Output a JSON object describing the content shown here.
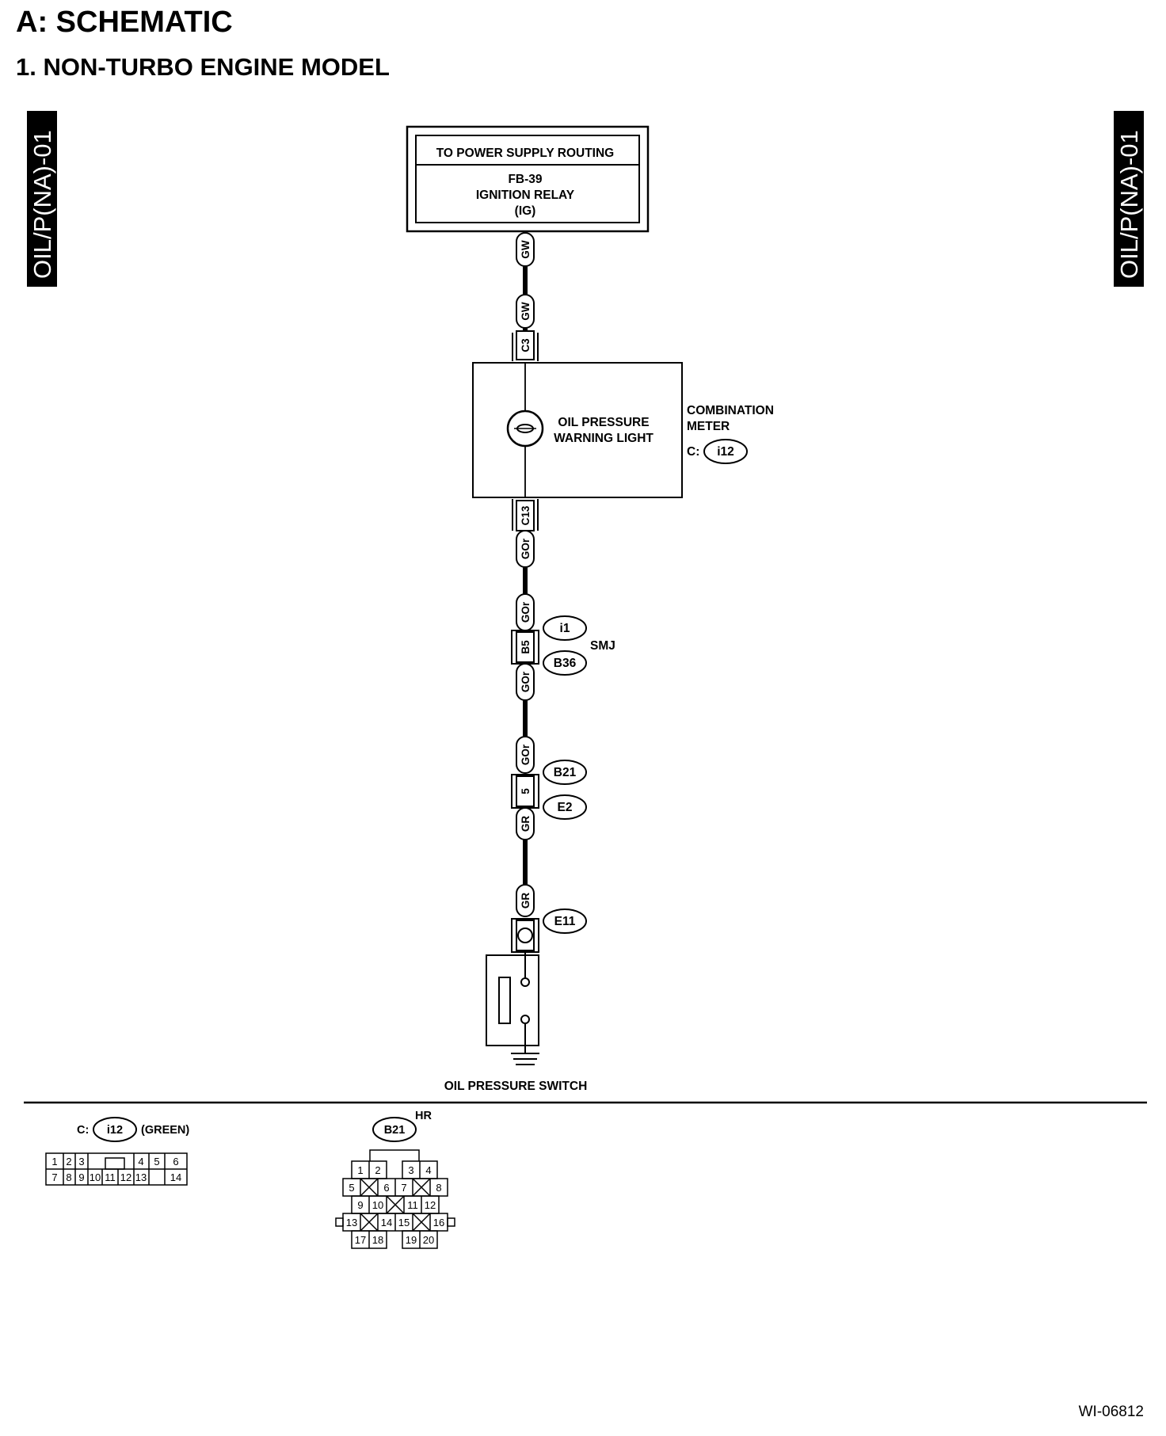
{
  "header": {
    "section": "A:  SCHEMATIC",
    "subsection": "1.  NON-TURBO ENGINE MODEL"
  },
  "side_tabs": {
    "left": "OIL/P(NA)-01",
    "right": "OIL/P(NA)-01"
  },
  "power_box": {
    "top": "TO POWER SUPPLY ROUTING",
    "line1": "FB-39",
    "line2": "IGNITION RELAY",
    "line3": "(IG)"
  },
  "wires": {
    "gw_upper": "GW",
    "gw_lower": "GW",
    "c3": "C3",
    "c13": "C13",
    "gor_1": "GOr",
    "gor_2": "GOr",
    "b5": "B5",
    "gor_3": "GOr",
    "gor_4": "GOr",
    "pin5": "5",
    "gr_1": "GR",
    "gr_2": "GR"
  },
  "combination_meter": {
    "lamp_line1": "OIL PRESSURE",
    "lamp_line2": "WARNING LIGHT",
    "name_line1": "COMBINATION",
    "name_line2": "METER",
    "conn_prefix": "C:",
    "conn_id": "i12"
  },
  "smj": {
    "label": "SMJ",
    "conn_top": "i1",
    "conn_bottom": "B36"
  },
  "joint2": {
    "conn_top": "B21",
    "conn_bottom": "E2"
  },
  "switch": {
    "conn_id": "E11",
    "label": "OIL PRESSURE SWITCH"
  },
  "connector_i12": {
    "prefix": "C:",
    "id": "i12",
    "color": "(GREEN)",
    "row1": [
      "1",
      "2",
      "3",
      "4",
      "5",
      "6"
    ],
    "row2": [
      "7",
      "8",
      "9",
      "10",
      "11",
      "12",
      "13",
      "14"
    ]
  },
  "connector_b21": {
    "id": "B21",
    "type": "HR",
    "pins": [
      "1",
      "2",
      "3",
      "4",
      "5",
      "6",
      "7",
      "8",
      "9",
      "10",
      "11",
      "12",
      "13",
      "14",
      "15",
      "16",
      "17",
      "18",
      "19",
      "20"
    ]
  },
  "footer": {
    "code": "WI-06812"
  }
}
